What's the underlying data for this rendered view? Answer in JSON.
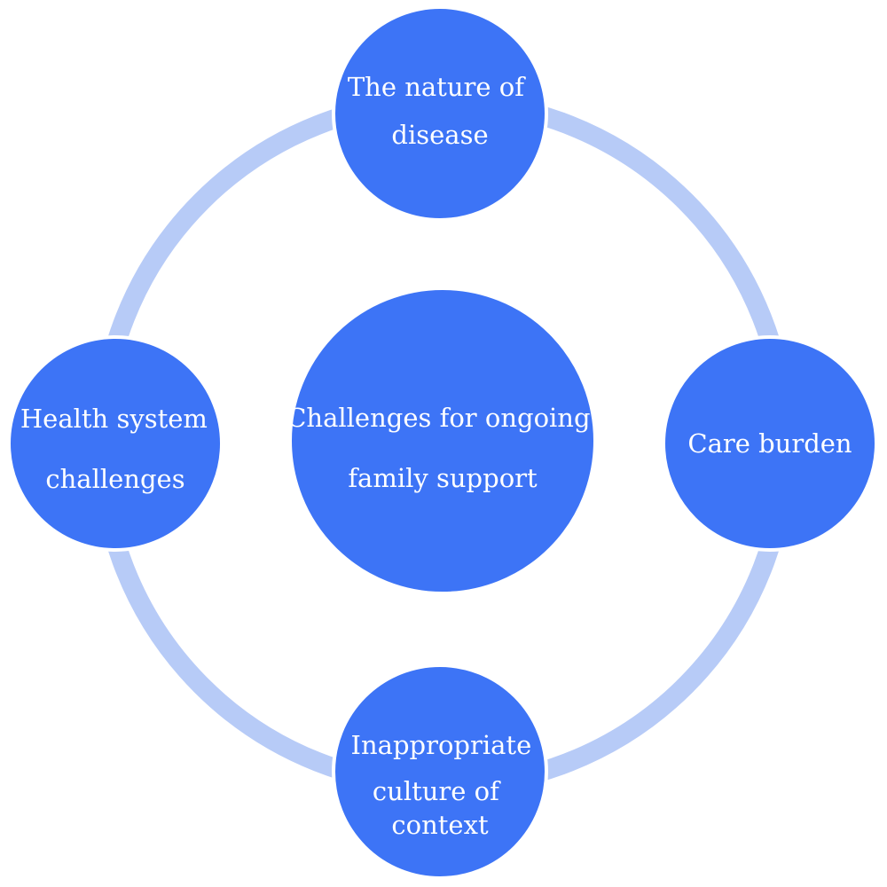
{
  "diagram": {
    "colors": {
      "ring": "#b7cbf7",
      "node_fill": "#3d74f6",
      "node_stroke": "#ffffff",
      "text": "#ffffff"
    },
    "center": {
      "lines": [
        "Challenges for ongoing",
        "family support"
      ]
    },
    "nodes": [
      {
        "id": "top",
        "lines": [
          "The nature of",
          "disease"
        ]
      },
      {
        "id": "right",
        "lines": [
          "Care burden"
        ]
      },
      {
        "id": "bottom",
        "lines": [
          "Inappropriate",
          "culture of",
          "context"
        ]
      },
      {
        "id": "left",
        "lines": [
          "Health system",
          "challenges"
        ]
      }
    ]
  }
}
